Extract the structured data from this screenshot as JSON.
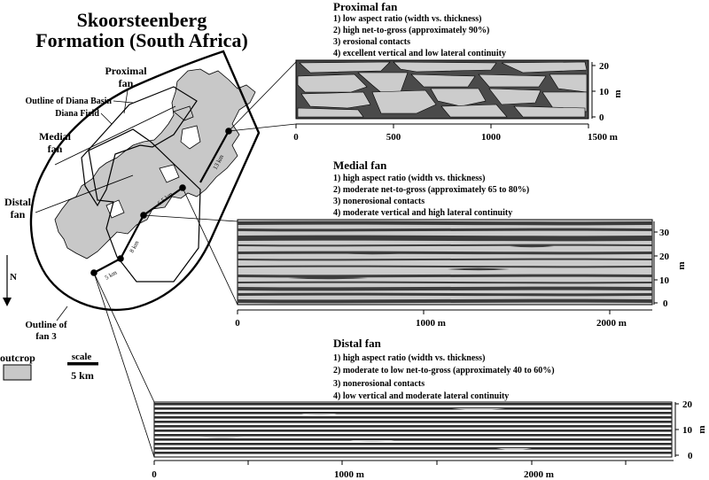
{
  "title": {
    "line1": "Skoorsteenberg",
    "line2": "Formation (South Africa)"
  },
  "map": {
    "labels": {
      "proximal": [
        "Proximal",
        "fan"
      ],
      "medial": [
        "Medial",
        "fan"
      ],
      "distal": [
        "Distal",
        "fan"
      ],
      "basin": "Outline of Diana Basin",
      "field": "Diana Field",
      "fan3": [
        "Outline of",
        "fan 3"
      ],
      "north": "N"
    },
    "sections": [
      "13 km",
      "6.5 km",
      "8 km",
      "5 km"
    ],
    "legend": {
      "outcrop_label": "outcrop",
      "scale_label": "scale",
      "scale_value": "5 km"
    },
    "colors": {
      "outcrop": "#c8c8c8",
      "dark": "#4a4a4a"
    }
  },
  "panels": [
    {
      "id": "proximal",
      "title": "Proximal fan",
      "points": [
        "1)  low aspect ratio (width vs. thickness)",
        "2)  high net-to-gross (approximately 90%)",
        "3)  erosional contacts",
        "4)  excellent vertical and low lateral continuity"
      ],
      "x_ticks": [
        "0",
        "500",
        "1000",
        "1500 m"
      ],
      "y_ticks": [
        "20",
        "10",
        "0"
      ],
      "y_unit": "m"
    },
    {
      "id": "medial",
      "title": "Medial fan",
      "points": [
        "1)  high aspect ratio (width vs. thickness)",
        "2)  moderate net-to-gross (approximately 65 to 80%)",
        "3)  nonerosional contacts",
        "4)  moderate vertical and high lateral continuity"
      ],
      "x_ticks": [
        "0",
        "1000 m",
        "2000 m"
      ],
      "y_ticks": [
        "30",
        "20",
        "10",
        "0"
      ],
      "y_unit": "m"
    },
    {
      "id": "distal",
      "title": "Distal fan",
      "points": [
        "1)  high aspect ratio (width vs. thickness)",
        "2)  moderate to low net-to-gross (approximately 40 to 60%)",
        "3)  nonerosional contacts",
        "4)  low vertical and moderate lateral continuity"
      ],
      "x_ticks": [
        "0",
        "1000 m",
        "2000 m"
      ],
      "y_ticks": [
        "20",
        "10",
        "0"
      ],
      "y_unit": "m"
    }
  ]
}
